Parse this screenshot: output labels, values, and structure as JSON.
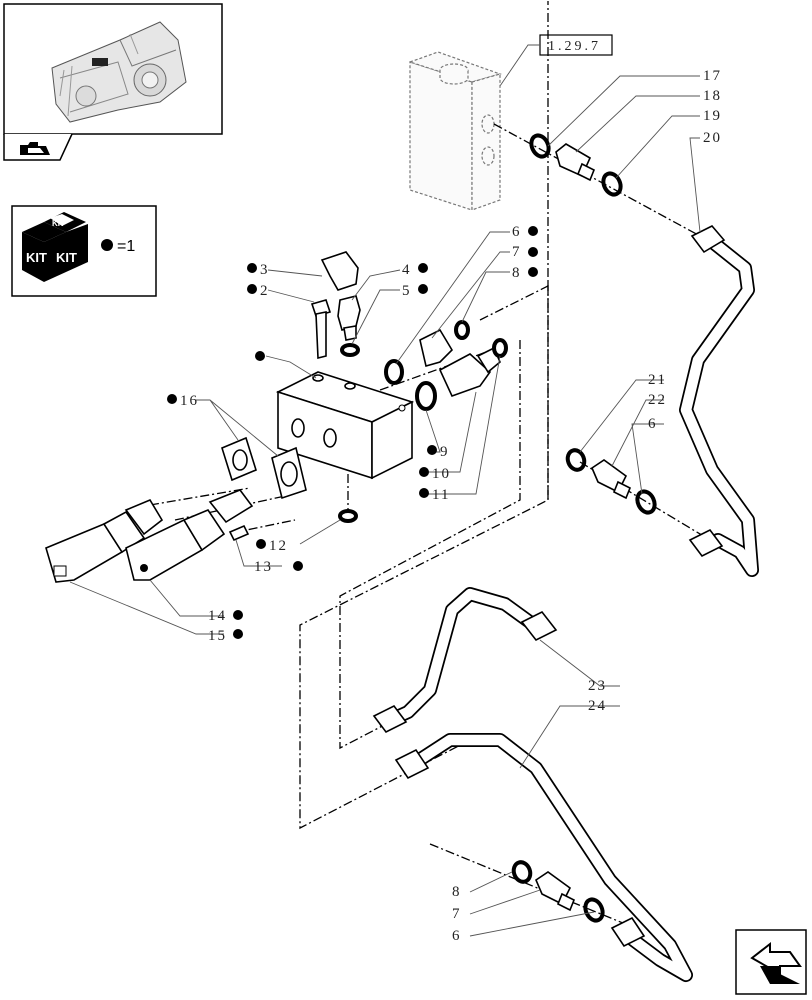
{
  "reference_box": "1.29.7",
  "kit_legend": {
    "badge_top": "KIT",
    "badge_left": "KIT",
    "badge_right": "KIT",
    "equals_text": "=1"
  },
  "callouts": [
    {
      "id": "c17",
      "text": "17",
      "kit": false
    },
    {
      "id": "c18",
      "text": "18",
      "kit": false
    },
    {
      "id": "c19",
      "text": "19",
      "kit": false
    },
    {
      "id": "c20",
      "text": "20",
      "kit": false
    },
    {
      "id": "c3",
      "text": "3",
      "kit": true
    },
    {
      "id": "c2",
      "text": "2",
      "kit": true
    },
    {
      "id": "c4",
      "text": "4",
      "kit": true
    },
    {
      "id": "c5",
      "text": "5",
      "kit": true
    },
    {
      "id": "c6a",
      "text": "6",
      "kit": true
    },
    {
      "id": "c7a",
      "text": "7",
      "kit": true
    },
    {
      "id": "c8a",
      "text": "8",
      "kit": true
    },
    {
      "id": "c16",
      "text": "16",
      "kit": true
    },
    {
      "id": "c9",
      "text": "9",
      "kit": true
    },
    {
      "id": "c10",
      "text": "10",
      "kit": true
    },
    {
      "id": "c11",
      "text": "11",
      "kit": true
    },
    {
      "id": "c12",
      "text": "12",
      "kit": true
    },
    {
      "id": "c13",
      "text": "13",
      "kit": true
    },
    {
      "id": "c14",
      "text": "14",
      "kit": true
    },
    {
      "id": "c15",
      "text": "15",
      "kit": true
    },
    {
      "id": "c21",
      "text": "21",
      "kit": false
    },
    {
      "id": "c22",
      "text": "22",
      "kit": false
    },
    {
      "id": "c6b",
      "text": "6",
      "kit": false
    },
    {
      "id": "c23",
      "text": "23",
      "kit": false
    },
    {
      "id": "c24",
      "text": "24",
      "kit": false
    },
    {
      "id": "c8b",
      "text": "8",
      "kit": false
    },
    {
      "id": "c7b",
      "text": "7",
      "kit": false
    },
    {
      "id": "c6c",
      "text": "6",
      "kit": false
    }
  ],
  "icons": {
    "thumbnail": "tractor-transmission-thumbnail",
    "folder": "folder-icon",
    "kit_badge": "kit-box-icon",
    "kit_marker": "black-dot",
    "next_page": "next-page-arrow-icon"
  },
  "colors": {
    "ink": "#000000",
    "paper": "#ffffff",
    "kit_marker": "#000000"
  }
}
